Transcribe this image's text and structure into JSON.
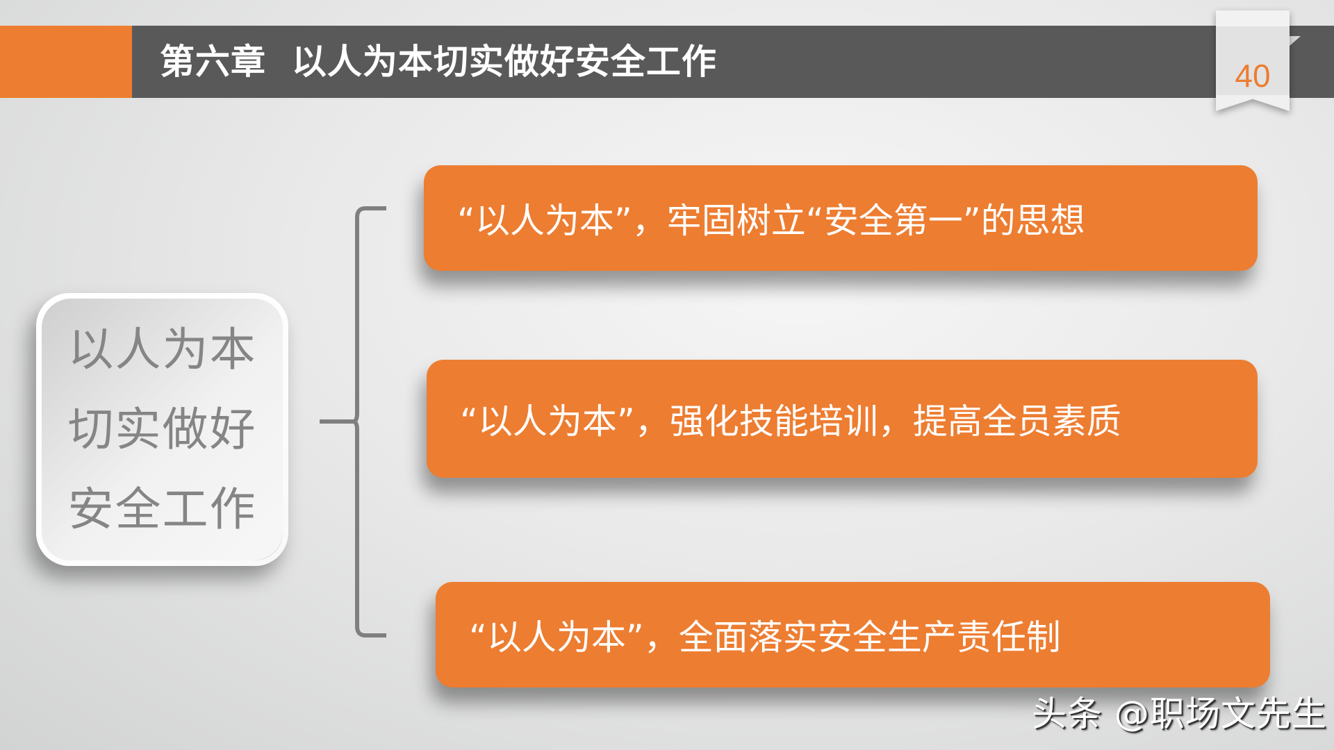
{
  "header": {
    "title": "第六章  以人为本切实做好安全工作",
    "page_number": "40",
    "accent_color": "#ed7d31",
    "bar_color": "#595959"
  },
  "left_card": {
    "lines": [
      "以人为本",
      "切实做好",
      "安全工作"
    ]
  },
  "items": [
    {
      "text": "“以人为本”，牢固树立“安全第一”的思想"
    },
    {
      "text": "“以人为本”，强化技能培训，提高全员素质"
    },
    {
      "text": "“以人为本”，全面落实安全生产责任制"
    }
  ],
  "watermark": "头条 @职场文先生"
}
